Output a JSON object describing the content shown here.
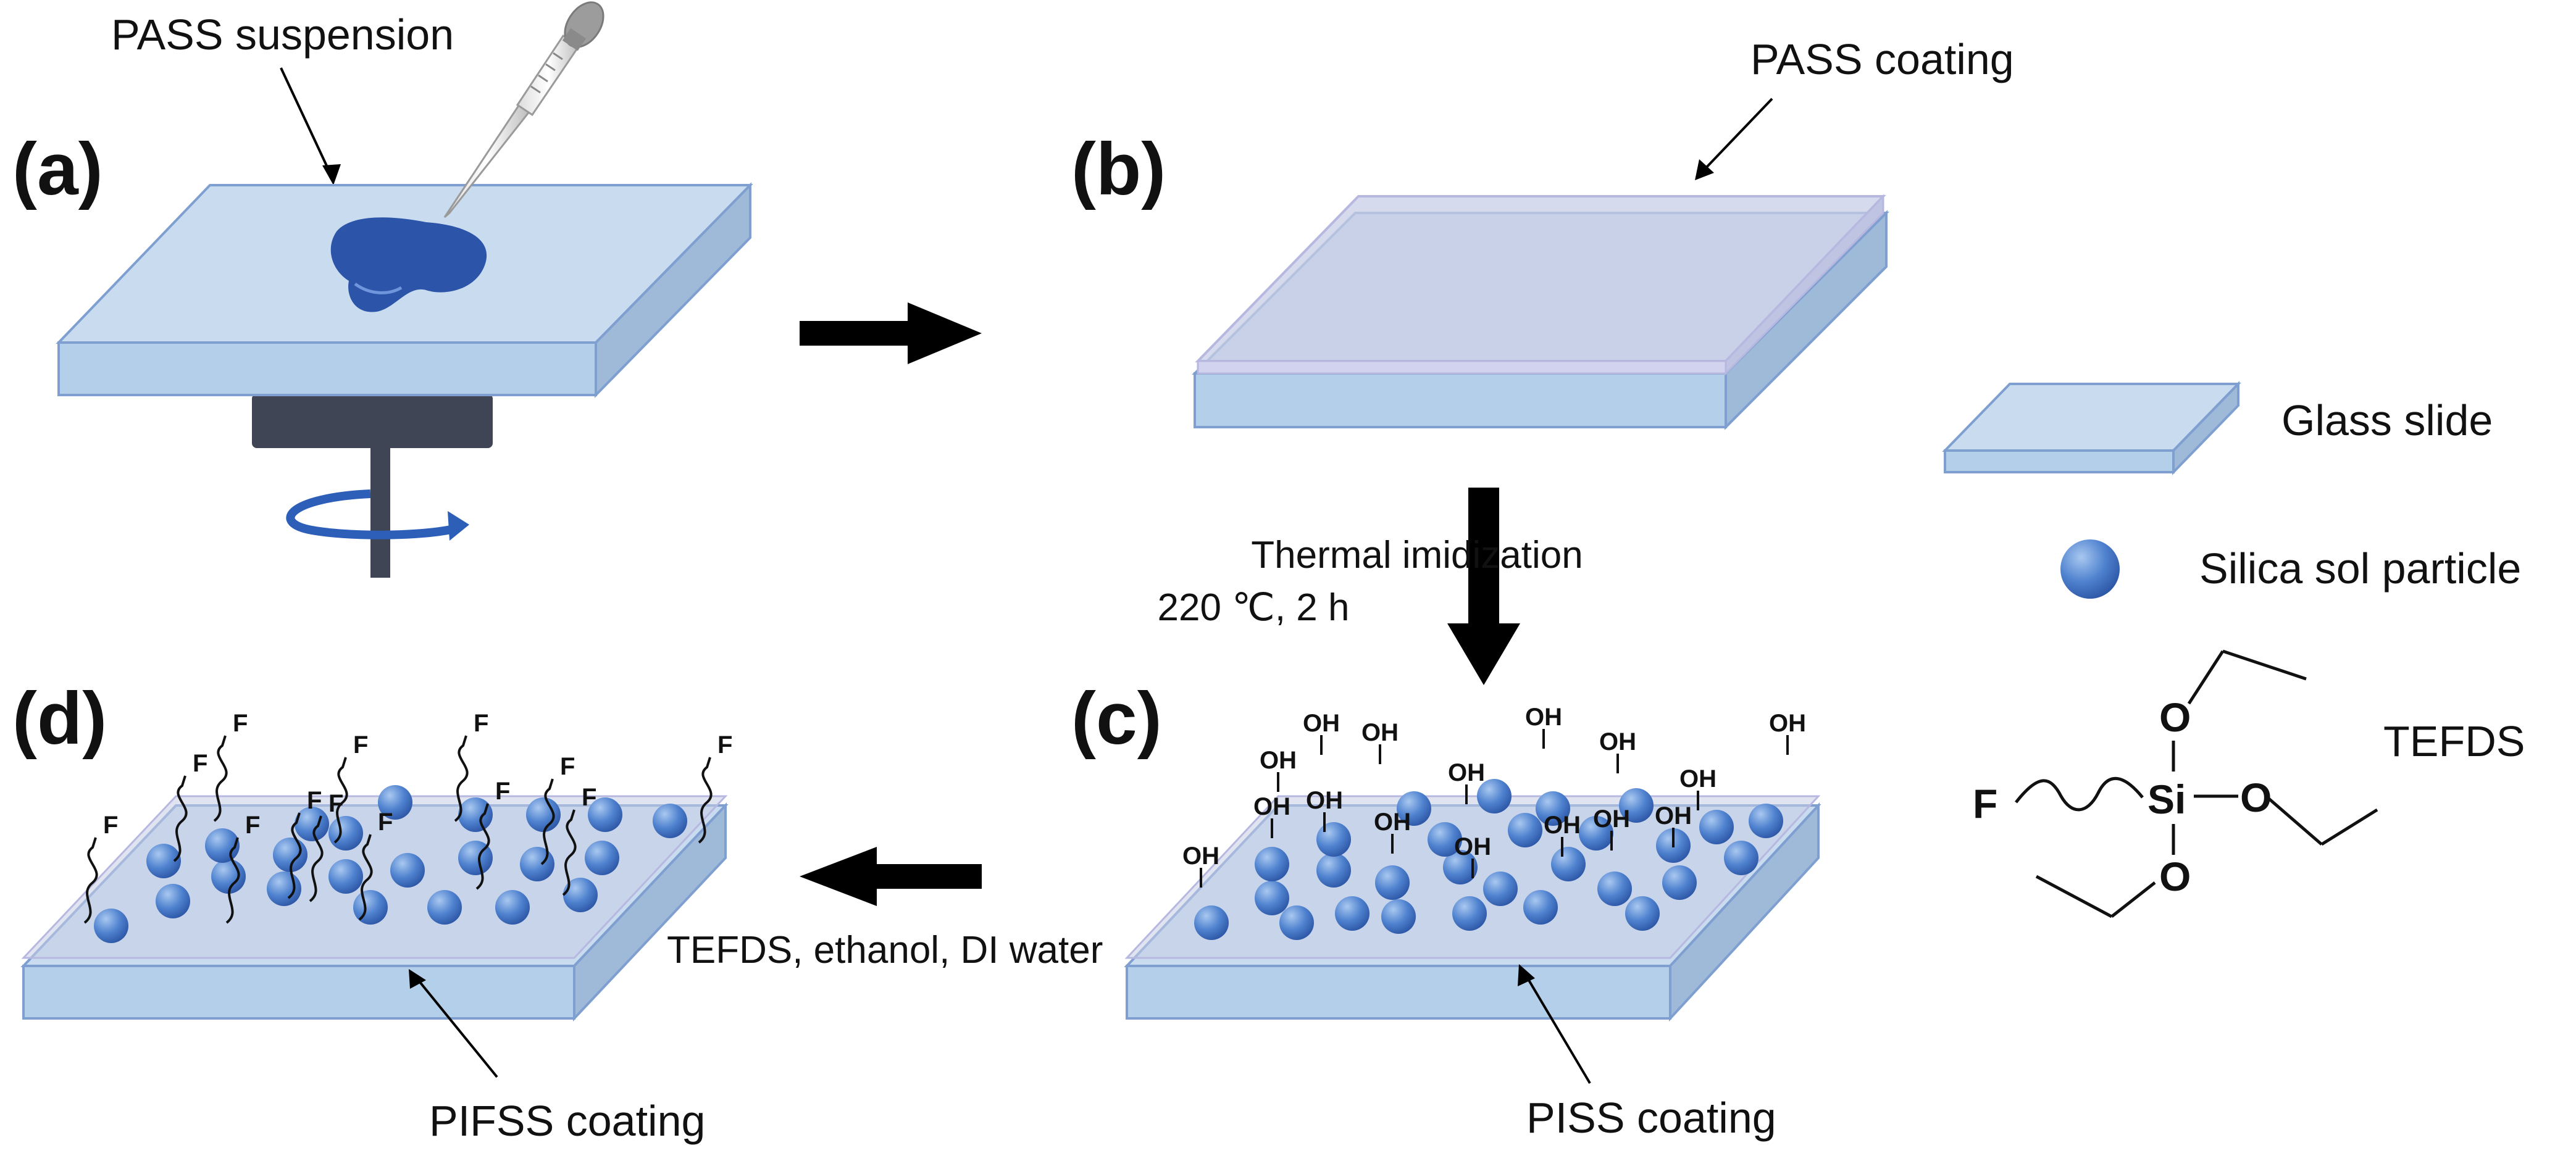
{
  "colors": {
    "slide_top": "#c9dcef",
    "slide_front": "#b3cfea",
    "slide_side": "#9fb9d8",
    "slide_edge": "#7e9fd0",
    "coating": "#c7cde6",
    "drop": "#2c54a8",
    "particle": "#3b6fc2",
    "spinner": "#3f4555",
    "arrow": "#000000"
  },
  "panels": {
    "a": {
      "label": "(a)",
      "annotation": "PASS suspension"
    },
    "b": {
      "label": "(b)",
      "annotation": "PASS coating"
    },
    "c": {
      "label": "(c)",
      "annotation": "PISS coating"
    },
    "d": {
      "label": "(d)",
      "annotation": "PIFSS coating"
    }
  },
  "steps": {
    "b_to_c": {
      "line1": "Thermal  imidization",
      "line2": "220 ℃, 2 h"
    },
    "c_to_d": "TEFDS, ethanol, DI water"
  },
  "legend": {
    "glass_slide": "Glass slide",
    "particle": "Silica sol particle",
    "molecule_name": "TEFDS"
  },
  "molecule": {
    "si": "Si",
    "o": "O",
    "f": "F"
  },
  "groups": {
    "hydroxyl": "OH",
    "fluoro": "F"
  }
}
